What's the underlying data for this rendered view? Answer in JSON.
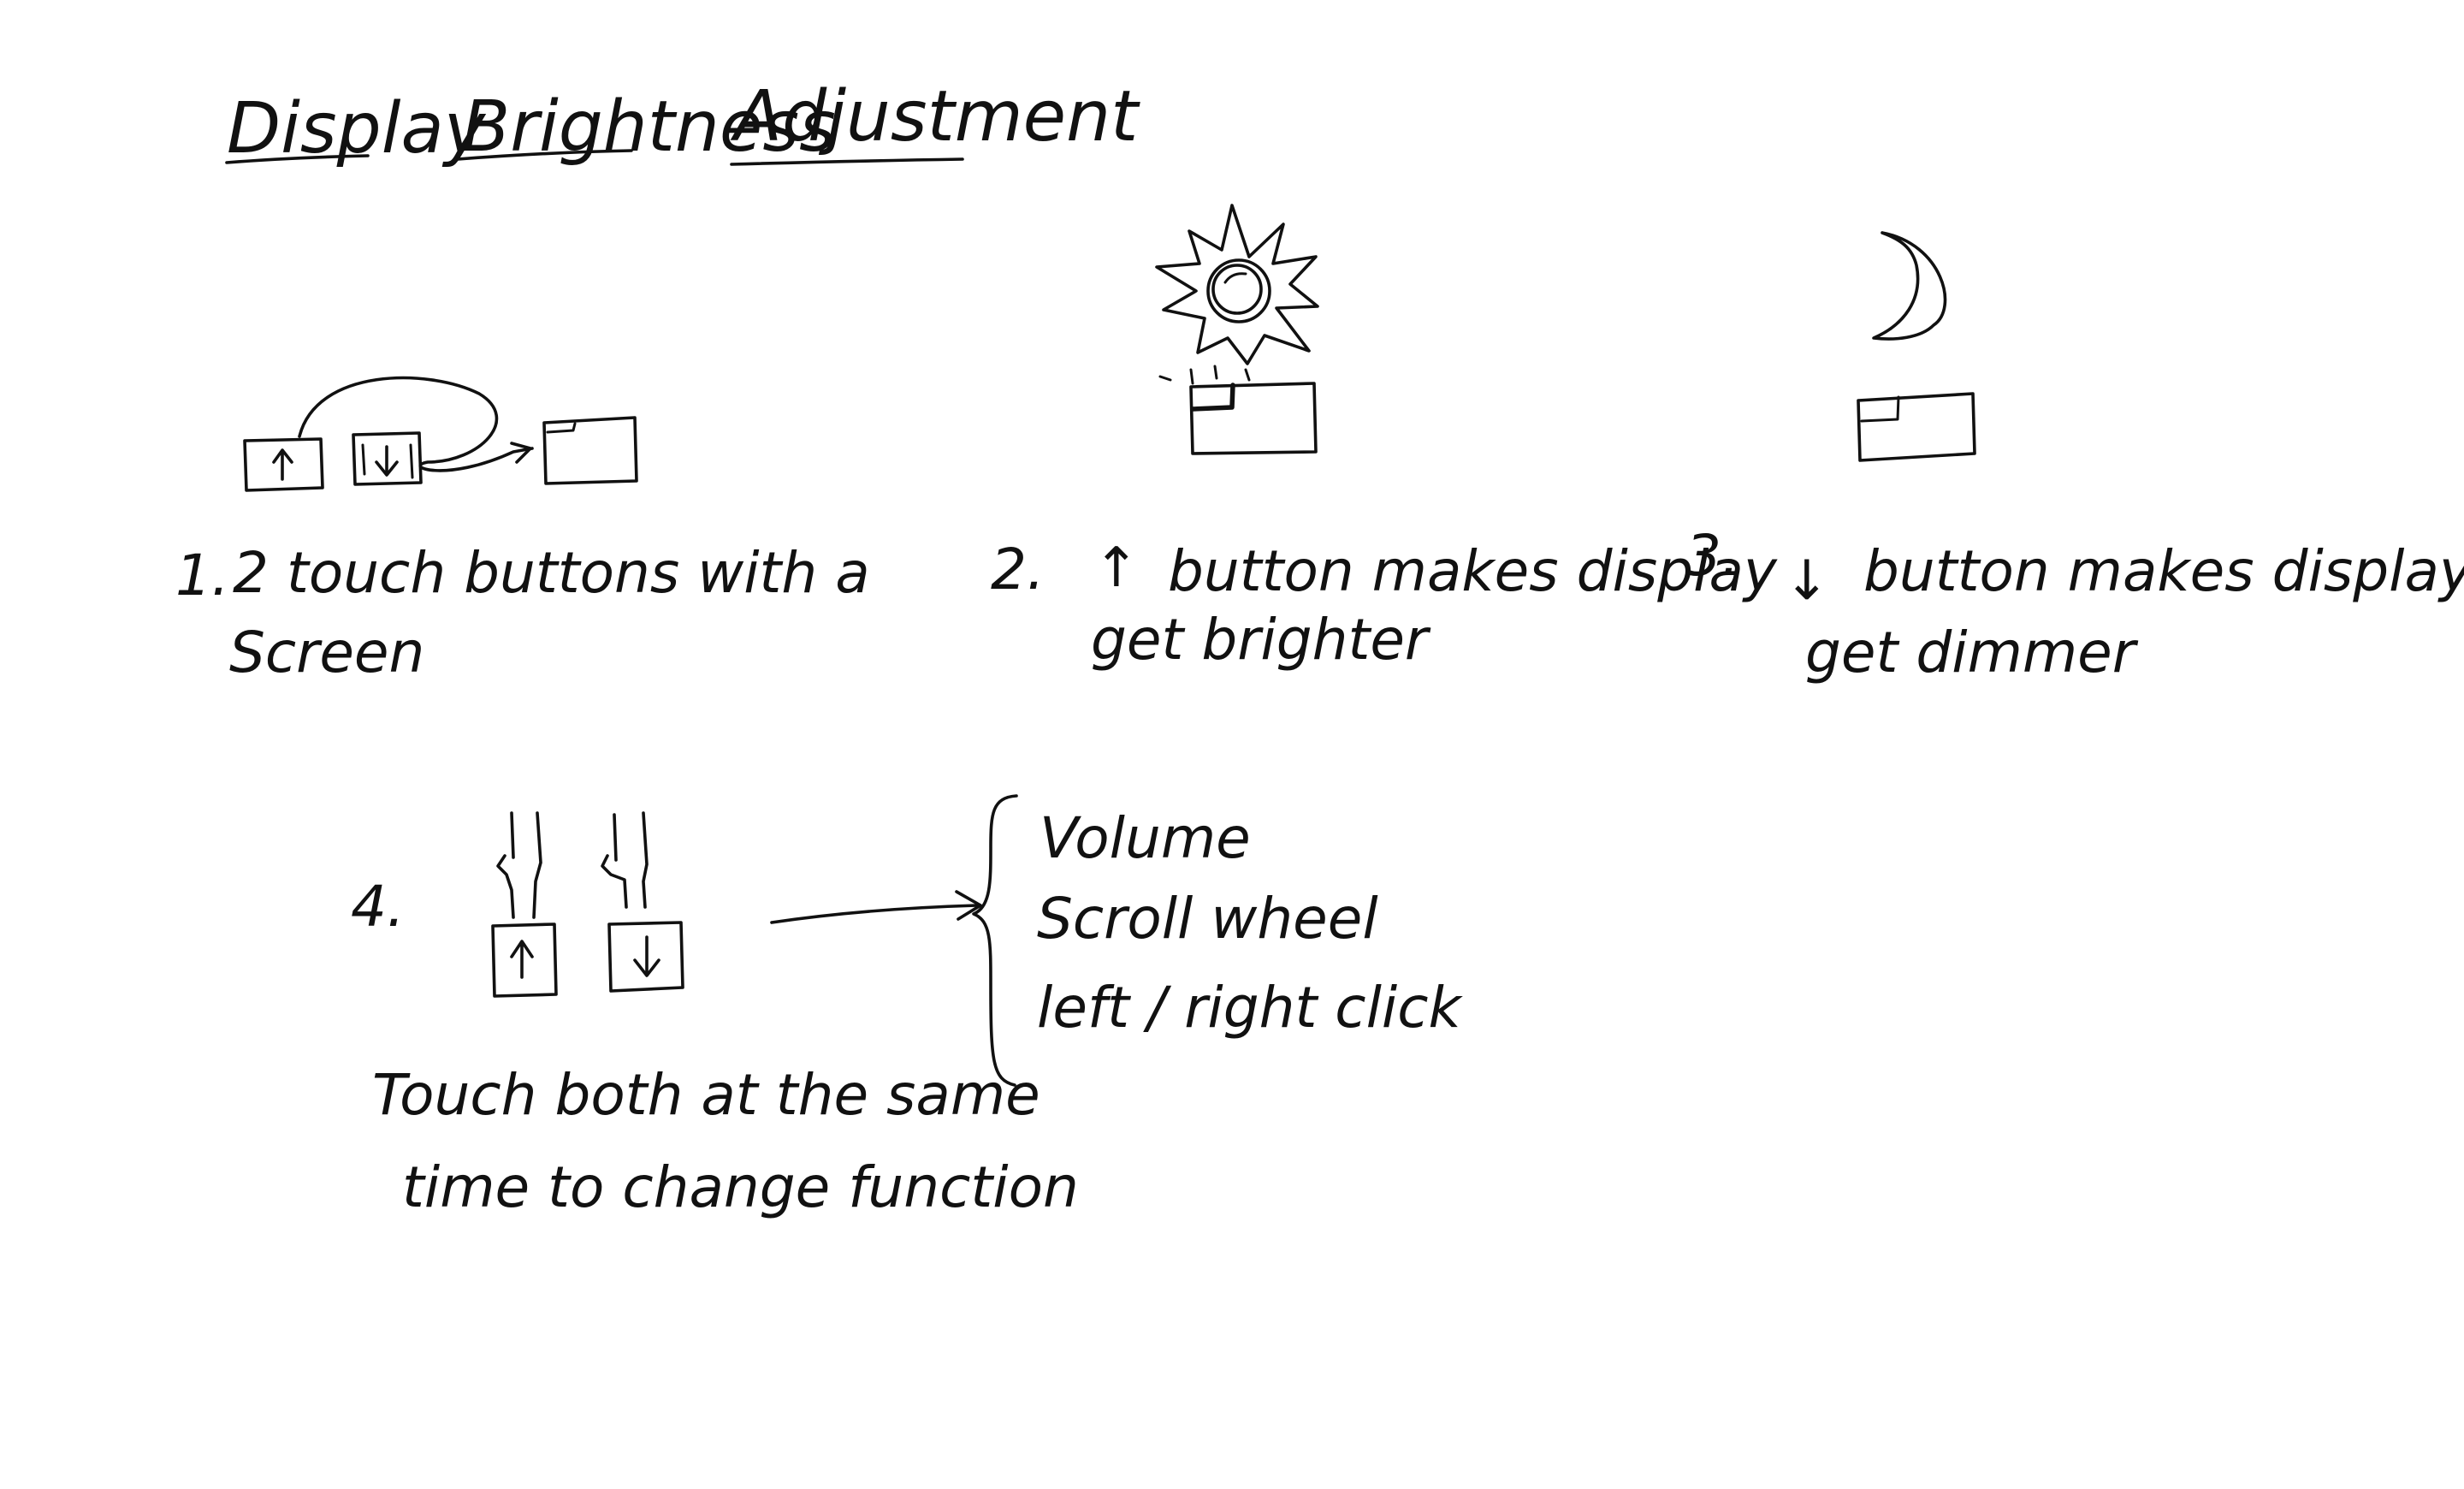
{
  "title": {
    "words": [
      "Display",
      "Brightness",
      "Adjustment"
    ]
  },
  "steps": [
    {
      "number": "1.",
      "lines": [
        "2 touch buttons with a",
        "Screen"
      ]
    },
    {
      "number": "2.",
      "lines": [
        "button makes display",
        "get brighter"
      ],
      "leading_icon": "up-arrow-icon",
      "leading_glyph": "↑"
    },
    {
      "number": "3.",
      "lines": [
        "button makes display",
        "get dimmer"
      ],
      "leading_icon": "down-arrow-icon",
      "leading_glyph": "↓"
    },
    {
      "number": "4.",
      "caption_lines": [
        "Touch both at the same",
        "time to change function"
      ],
      "functions": [
        "Volume",
        "Scroll wheel",
        "left / right click"
      ]
    }
  ],
  "icons": {
    "sun": "sun-icon",
    "moon": "moon-icon",
    "up_button": "up-arrow-button-icon",
    "down_button": "down-arrow-button-icon",
    "screen": "screen-icon",
    "finger": "finger-icon",
    "brace": "curly-brace-icon",
    "arrow": "right-arrow-icon"
  },
  "glyphs": {
    "up": "↑",
    "down": "↓"
  },
  "colors": {
    "ink": "#111111",
    "paper": "#ffffff"
  }
}
